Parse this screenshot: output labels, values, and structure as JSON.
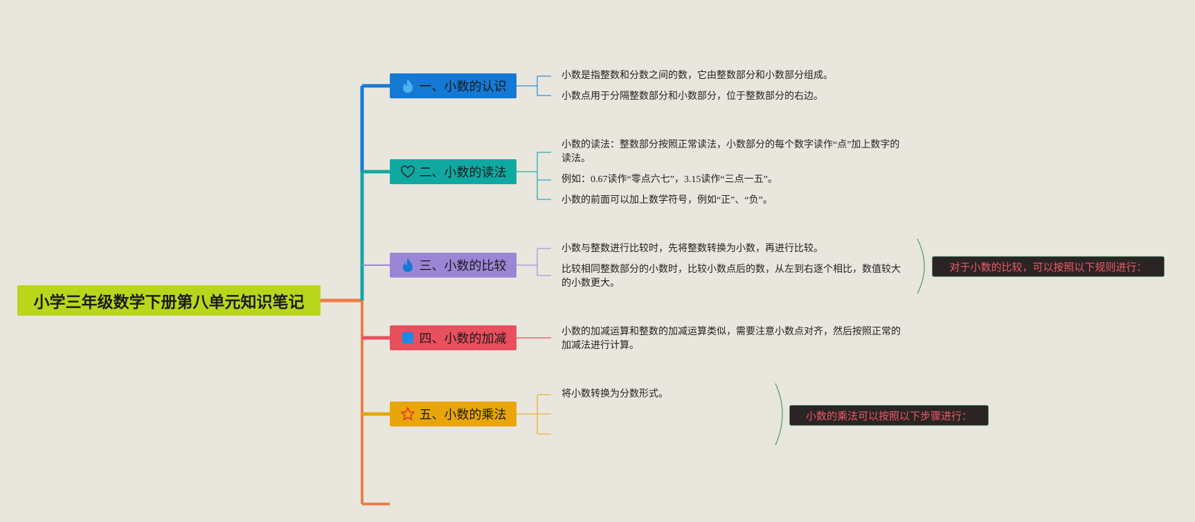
{
  "root": {
    "title": "小学三年级数学下册第八单元知识笔记"
  },
  "topics": [
    {
      "label": "一、小数的认识",
      "icon": "fire-icon",
      "color": "#1479d4",
      "leaves": [
        "小数是指整数和分数之间的数，它由整数部分和小数部分组成。",
        "小数点用于分隔整数部分和小数部分，位于整数部分的右边。"
      ]
    },
    {
      "label": "二、小数的读法",
      "icon": "heart-icon",
      "color": "#0fa9a2",
      "leaves": [
        "小数的读法：整数部分按照正常读法，小数部分的每个数字读作“点”加上数字的读法。",
        "例如：0.67读作“零点六七”，3.15读作“三点一五”。",
        "小数的前面可以加上数学符号，例如“正”、“负”。"
      ]
    },
    {
      "label": "三、小数的比较",
      "icon": "fire-icon",
      "color": "#9b86d6",
      "leaves": [
        "小数与整数进行比较时，先将整数转换为小数，再进行比较。",
        "比较相同整数部分的小数时，比较小数点后的数，从左到右逐个相比，数值较大的小数更大。"
      ],
      "note": "对于小数的比较，可以按照以下规则进行："
    },
    {
      "label": "四、小数的加减",
      "icon": "square-icon",
      "color": "#e8505e",
      "leaves": [
        "小数的加减运算和整数的加减运算类似，需要注意小数点对齐，然后按照正常的加减法进行计算。"
      ]
    },
    {
      "label": "五、小数的乘法",
      "icon": "star-icon",
      "color": "#e8a60a",
      "leaves": [
        "将小数转换为分数形式。"
      ],
      "note": "小数的乘法可以按照以下步骤进行："
    }
  ]
}
